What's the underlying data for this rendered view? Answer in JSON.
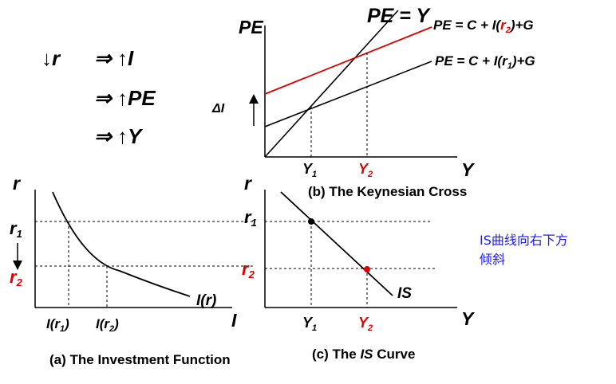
{
  "chain": {
    "line1_left": "↓r",
    "line1_right": "⇒ ↑I",
    "line2": "⇒ ↑PE",
    "line3": "⇒ ↑Y"
  },
  "keynesian_cross": {
    "y_axis_label": "PE",
    "x_axis_label": "Y",
    "line_45_label": "PE = Y",
    "pe_r2_prefix": "PE = C + I(",
    "pe_r2_rate": "r",
    "pe_r2_sub": "2",
    "pe_r2_suffix": ")+G",
    "pe_r1_prefix": "PE = C + I(",
    "pe_r1_rate": "r",
    "pe_r1_sub": "1",
    "pe_r1_suffix": ")+G",
    "delta_i_label": "ΔI",
    "tick_y1_main": "Y",
    "tick_y1_sub": "1",
    "tick_y2_main": "Y",
    "tick_y2_sub": "2",
    "caption": "(b) The Keynesian Cross"
  },
  "investment_function": {
    "y_axis_label": "r",
    "x_axis_label": "I",
    "r1_main": "r",
    "r1_sub": "1",
    "r2_main": "r",
    "r2_sub": "2",
    "curve_label": "I(r)",
    "tick_ir1_main": "I(r",
    "tick_ir1_sub": "1",
    "tick_ir2_main": "I(r",
    "tick_ir2_sub": "2",
    "tick_close": ")",
    "caption": "(a) The Investment Function"
  },
  "is_curve": {
    "y_axis_label": "r",
    "x_axis_label": "Y",
    "r1_main": "r",
    "r1_sub": "1",
    "r2_main": "r",
    "r2_sub": "2",
    "curve_label": "IS",
    "tick_y1_main": "Y",
    "tick_y1_sub": "1",
    "tick_y2_main": "Y",
    "tick_y2_sub": "2",
    "caption_prefix": "(c) The ",
    "caption_is": "IS",
    "caption_suffix": " Curve"
  },
  "note": {
    "line1": "IS曲线向右下方",
    "line2": "倾斜"
  },
  "colors": {
    "accent_red": "#e00000",
    "note_blue": "#1a1aff"
  }
}
